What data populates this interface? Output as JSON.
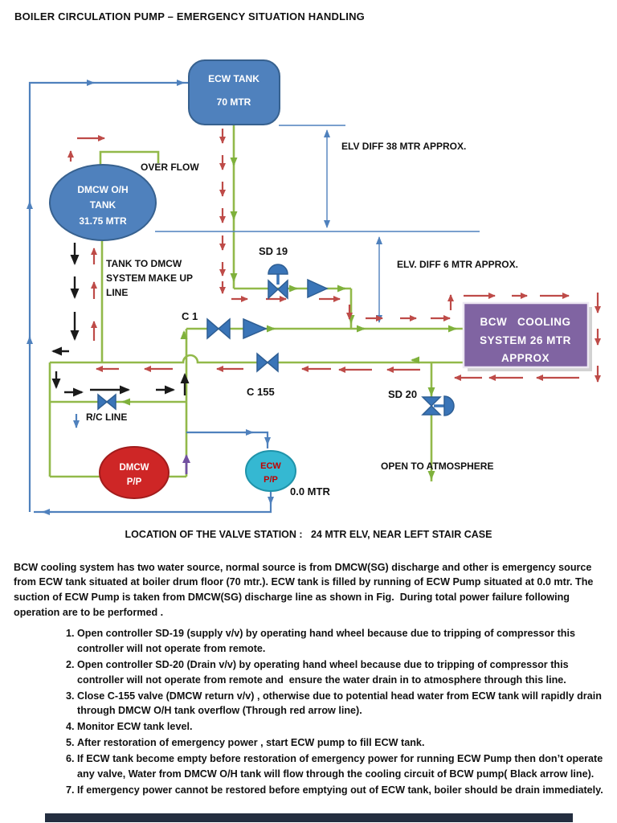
{
  "title": "BOILER CIRCULATION PUMP – EMERGENCY SITUATION HANDLING",
  "diagram": {
    "nodes": {
      "ecw_tank": {
        "line1": "ECW TANK",
        "line2": "70 MTR",
        "color": "#4F81BD"
      },
      "dmcw_oh_tank": {
        "line1": "DMCW O/H",
        "line2": "TANK",
        "line3": "31.75 MTR",
        "color": "#4F81BD"
      },
      "bcw_system": {
        "line1": "BCW   COOLING",
        "line2": "SYSTEM 26 MTR",
        "line3": "APPROX",
        "color": "#8064A2"
      },
      "dmcw_pump": {
        "line1": "DMCW",
        "line2": "P/P",
        "color": "#CE2626"
      },
      "ecw_pump": {
        "line1": "ECW",
        "line2": "P/P",
        "color": "#35B8D2"
      }
    },
    "labels": {
      "overflow": "OVER FLOW",
      "makeup_line1": "TANK TO DMCW",
      "makeup_line2": "SYSTEM MAKE UP",
      "makeup_line3": "LINE",
      "sd19": "SD 19",
      "c1": "C 1",
      "c155": "C 155",
      "sd20": "SD 20",
      "rc_line": "R/C LINE",
      "elv38": "ELV DIFF 38 MTR APPROX.",
      "elv6": "ELV. DIFF 6 MTR APPROX.",
      "open_atmosphere": "OPEN TO ATMOSPHERE",
      "zero_mtr": "0.0 MTR"
    },
    "colors": {
      "pipe_green": "#92B94A",
      "line_blue": "#4F81BD",
      "arrow_red": "#BE4B48",
      "arrow_black": "#1A1A1A",
      "arrow_purple": "#7150A0",
      "bcw_box": "#8064A2",
      "dmcw_pump_red": "#CE2626",
      "ecw_pump_cyan": "#35B8D2"
    }
  },
  "location_line": "LOCATION OF THE VALVE STATION :   24 MTR ELV, NEAR LEFT STAIR CASE",
  "intro": "BCW cooling system has two water source, normal source is from DMCW(SG) discharge and other is emergency source from ECW tank situated at boiler drum floor (70 mtr.). ECW tank is filled by running of ECW Pump situated at 0.0 mtr. The suction of ECW Pump is taken from DMCW(SG) discharge line as shown in Fig.  During total power failure following operation are to be performed .",
  "steps": [
    "Open controller SD-19 (supply v/v) by operating hand wheel because due to tripping of compressor this controller will not operate from remote.",
    "Open controller SD-20 (Drain v/v) by operating hand wheel because due to tripping of compressor this controller will not operate from remote and  ensure the water drain in to atmosphere through this line.",
    "Close C-155 valve (DMCW return v/v) , otherwise due to potential head water from ECW tank will rapidly drain through DMCW O/H tank overflow (Through red arrow line).",
    "Monitor ECW tank level.",
    "After restoration of emergency power , start ECW pump to fill ECW tank.",
    "If ECW tank become empty before restoration of emergency power for running ECW Pump then don’t operate any valve, Water from DMCW O/H tank will flow through the cooling circuit of BCW pump( Black arrow line).",
    "If emergency power cannot be restored before emptying out of ECW tank, boiler should be drain immediately."
  ]
}
